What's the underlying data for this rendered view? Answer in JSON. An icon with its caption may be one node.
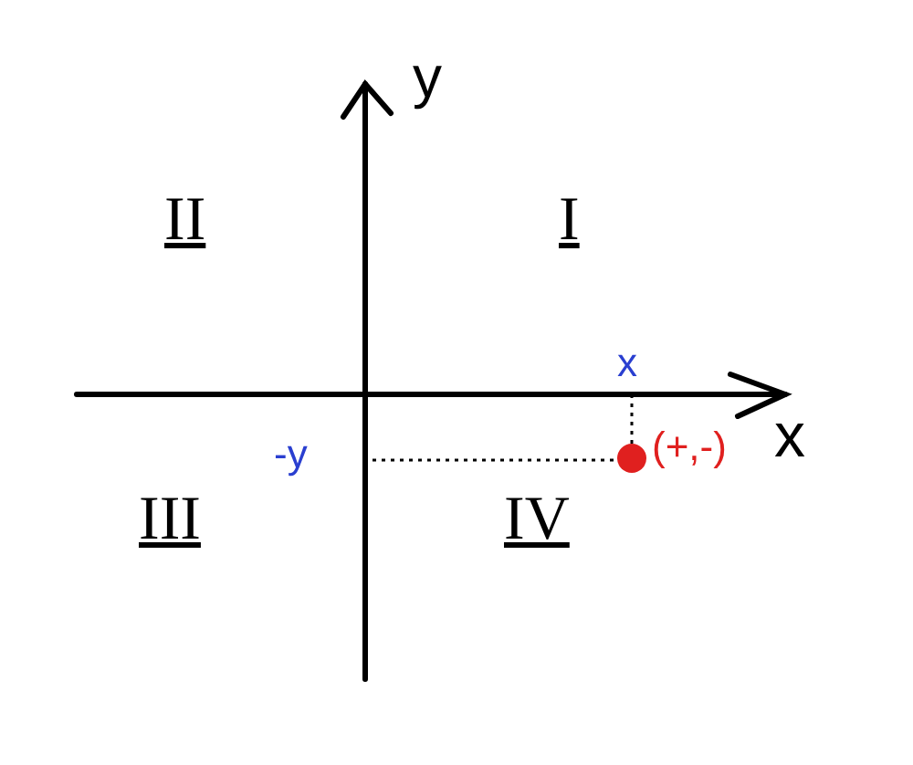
{
  "diagram": {
    "labels": [
      "y",
      "II",
      "I",
      "x",
      "x",
      "-y",
      "(+,-)",
      "III",
      "IV"
    ]
  }
}
